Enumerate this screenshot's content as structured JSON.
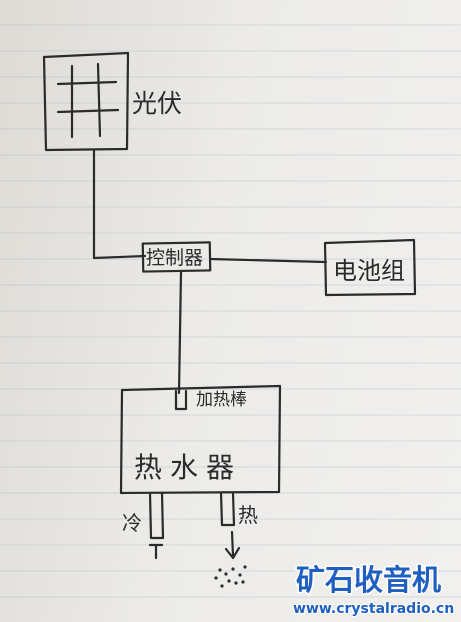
{
  "labels": {
    "solar": "光伏",
    "controller": "控制器",
    "battery": "电池组",
    "heater_rod": "加热棒",
    "water_heater": "热水器",
    "cold": "冷",
    "hot": "热"
  },
  "watermark": {
    "title": "矿石收音机",
    "url": "www.crystalradio.cn",
    "color": "#1f5fbf"
  },
  "ink_color": "#2b2b2b"
}
